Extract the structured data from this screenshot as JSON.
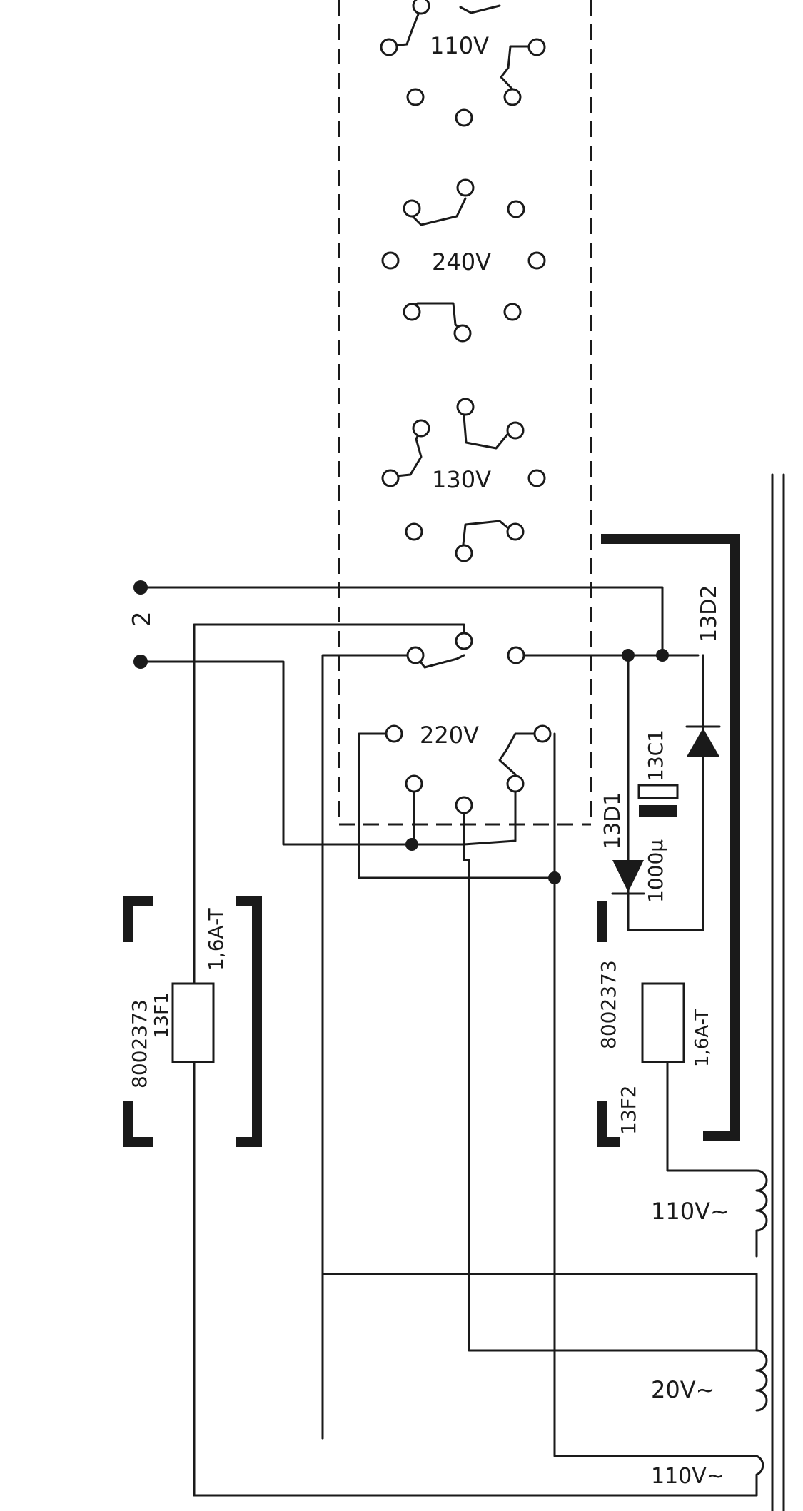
{
  "voltage_selector": {
    "opt_110": "110V",
    "opt_240": "240V",
    "opt_130": "130V",
    "opt_220": "220V"
  },
  "mains_terminal": {
    "label": "2"
  },
  "fuse_1": {
    "part": "8002373",
    "ref": "13F1",
    "rating": "1,6A-T"
  },
  "fuse_2": {
    "part": "8002373",
    "ref": "13F2",
    "rating": "1,6A-T"
  },
  "diode_1": {
    "ref": "13D1"
  },
  "diode_2": {
    "ref": "13D2"
  },
  "capacitor": {
    "ref": "13C1",
    "value": "1000μ"
  },
  "transformer": {
    "winding_1": "110V~",
    "winding_2": "20V~",
    "winding_3": "110V~"
  }
}
